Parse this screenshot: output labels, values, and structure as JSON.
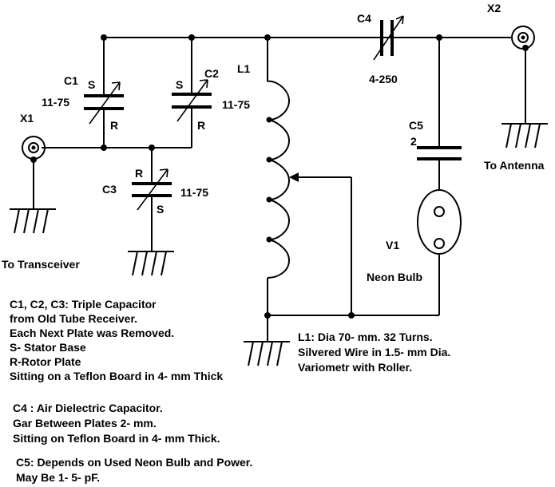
{
  "labels": {
    "x1": "X1",
    "x2": "X2",
    "c1": "C1",
    "c1_value": "11-75",
    "c2": "C2",
    "c2_value": "11-75",
    "c3": "C3",
    "c3_value": "11-75",
    "c4": "C4",
    "c4_value": "4-250",
    "c5": "C5",
    "c5_value": "2",
    "l1": "L1",
    "v1": "V1",
    "stator": "S",
    "rotor": "R",
    "to_transceiver": "To Transceiver",
    "to_antenna": "To Antenna",
    "neon_bulb": "Neon Bulb"
  },
  "notes": {
    "capacitors": [
      "C1, C2, C3: Triple Capacitor",
      "from Old Tube Receiver.",
      "Each Next Plate was Removed.",
      "S- Stator Base",
      "R-Rotor Plate",
      " Sitting on a Teflon Board in 4- mm Thick"
    ],
    "c4": [
      "C4 : Air Dielectric Capacitor.",
      "Gar Between Plates 2- mm.",
      "Sitting on Teflon Board in 4- mm Thick."
    ],
    "c5": [
      "C5: Depends on Used Neon Bulb and Power.",
      "May Be 1- 5- pF."
    ],
    "l1": [
      "L1: Dia 70- mm. 32 Turns.",
      "Silvered Wire in 1.5- mm Dia.",
      "Variometr with Roller."
    ]
  }
}
